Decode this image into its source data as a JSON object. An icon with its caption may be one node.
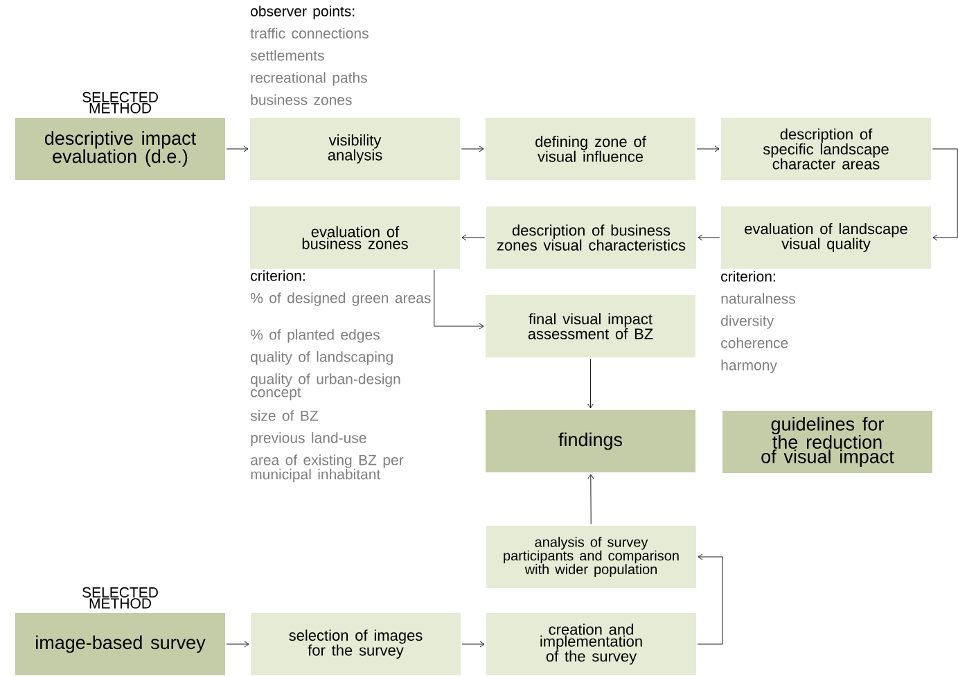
{
  "diagram": {
    "nodes": [
      {
        "text": [
          "SELECTED METHOD",
          "descriptive impact evaluation (d.e.)"
        ]
      },
      {
        "text": [
          "visibility analysis"
        ],
        "beside": [
          "observer points:",
          "traffic connections",
          "settlements",
          "recreational paths",
          "business zones"
        ]
      },
      {
        "text": [
          "defining zone of visual influence"
        ]
      },
      {
        "text": [
          "description of specific landscape character areas"
        ]
      },
      {
        "text": [
          "evaluation of landscape visual quality"
        ],
        "beside": [
          "criterion:",
          "naturalness",
          "diversity",
          "coherence",
          "harmony"
        ]
      },
      {
        "text": [
          "description of business zones visual characteristics"
        ]
      },
      {
        "text": [
          "evaluation of business zones"
        ],
        "beside": [
          "criterion:",
          "% of designed green areas",
          "% of planted edges",
          "quality of landscaping",
          "quality of urban-design concept",
          "size of BZ",
          "previous land-use",
          "area of existing BZ per municipal inhabitant"
        ]
      },
      {
        "text": [
          "final visual impact assessment of BZ"
        ]
      },
      {
        "text": [
          "findings"
        ]
      },
      {
        "text": [
          "guidelines for the reduction of visual impact"
        ]
      },
      {
        "text": [
          "analysis of survey participants and comparison with wider population"
        ]
      },
      {
        "text": [
          "SELECTED METHOD",
          "image-based survey"
        ]
      },
      {
        "text": [
          "selection of images for the survey"
        ]
      },
      {
        "text": [
          "creation and implementation of the survey"
        ]
      }
    ],
    "edges": [
      {
        "from": 0,
        "to": 1,
        "arrow": "to"
      },
      {
        "from": 1,
        "to": 2,
        "arrow": "to"
      },
      {
        "from": 2,
        "to": 3,
        "arrow": "to"
      },
      {
        "from": 3,
        "to": 4,
        "arrow": "to"
      },
      {
        "from": 4,
        "to": 5,
        "arrow": "to"
      },
      {
        "from": 5,
        "to": 6,
        "arrow": "to"
      },
      {
        "from": 6,
        "to": 7,
        "arrow": "to"
      },
      {
        "from": 7,
        "to": 8,
        "arrow": "to"
      },
      {
        "from": 10,
        "to": 8,
        "arrow": "to"
      },
      {
        "from": 11,
        "to": 12,
        "arrow": "to"
      },
      {
        "from": 12,
        "to": 13,
        "arrow": "to"
      },
      {
        "from": 13,
        "to": 10,
        "arrow": "to"
      }
    ]
  }
}
